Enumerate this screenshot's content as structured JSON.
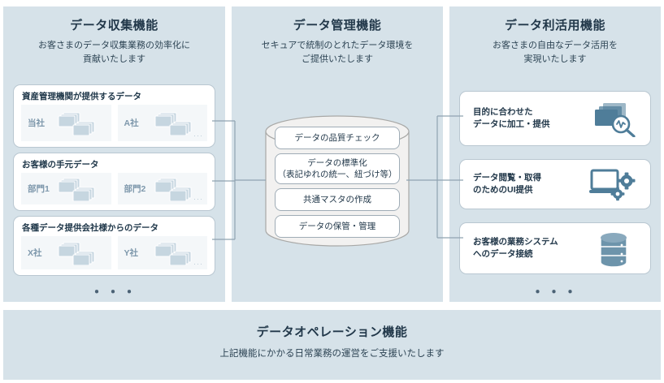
{
  "columns": {
    "collect": {
      "title": "データ収集機能",
      "subtitle": "お客さまのデータ収集業務の効率化に\n貢献いたします",
      "ellipsis": "・・・",
      "cards": [
        {
          "title": "資産管理機関が提供するデータ",
          "boxes": [
            {
              "label": "当社",
              "icon": "stacked-documents-icon",
              "more": ""
            },
            {
              "label": "A社",
              "icon": "stacked-documents-icon",
              "more": "···"
            }
          ]
        },
        {
          "title": "お客様の手元データ",
          "boxes": [
            {
              "label": "部門1",
              "icon": "stacked-documents-icon",
              "more": ""
            },
            {
              "label": "部門2",
              "icon": "stacked-documents-icon",
              "more": "···"
            }
          ]
        },
        {
          "title": "各種データ提供会社様からのデータ",
          "boxes": [
            {
              "label": "X社",
              "icon": "stacked-documents-icon",
              "more": ""
            },
            {
              "label": "Y社",
              "icon": "stacked-documents-icon",
              "more": "···"
            }
          ]
        }
      ]
    },
    "manage": {
      "title": "データ管理機能",
      "subtitle": "セキュアで統制のとれたデータ環境を\nご提供いたします",
      "cylinder_items": [
        {
          "text": "データの品質チェック"
        },
        {
          "text": "データの標準化\n（表記ゆれの統一、紐づけ等）"
        },
        {
          "text": "共通マスタの作成"
        },
        {
          "text": "データの保管・管理"
        }
      ]
    },
    "use": {
      "title": "データ利活用機能",
      "subtitle": "お客さまの自由なデータ活用を\n実現いたします",
      "ellipsis": "・・・",
      "cards": [
        {
          "label": "目的に合わせた\nデータに加工・提供",
          "icon": "document-magnifier-icon"
        },
        {
          "label": "データ閲覧・取得\nのためのUI提供",
          "icon": "laptop-gears-icon"
        },
        {
          "label": "お客様の業務システム\nへのデータ接続",
          "icon": "database-stack-icon"
        }
      ]
    },
    "ops": {
      "title": "データオペレーション機能",
      "subtitle": "上記機能にかかる日常業務の運営をご支援いたします"
    }
  },
  "colors": {
    "panel_bg": "#d6e2e9",
    "card_bg": "#ffffff",
    "card_border": "#b9c7d1",
    "text": "#22384a",
    "icon_blue": "#5b7f99",
    "icon_light": "#c6d6e0",
    "cylinder_fill": "#f2f1f0",
    "cylinder_stroke": "#a8a8a6",
    "connector": "#8fa3b1"
  }
}
